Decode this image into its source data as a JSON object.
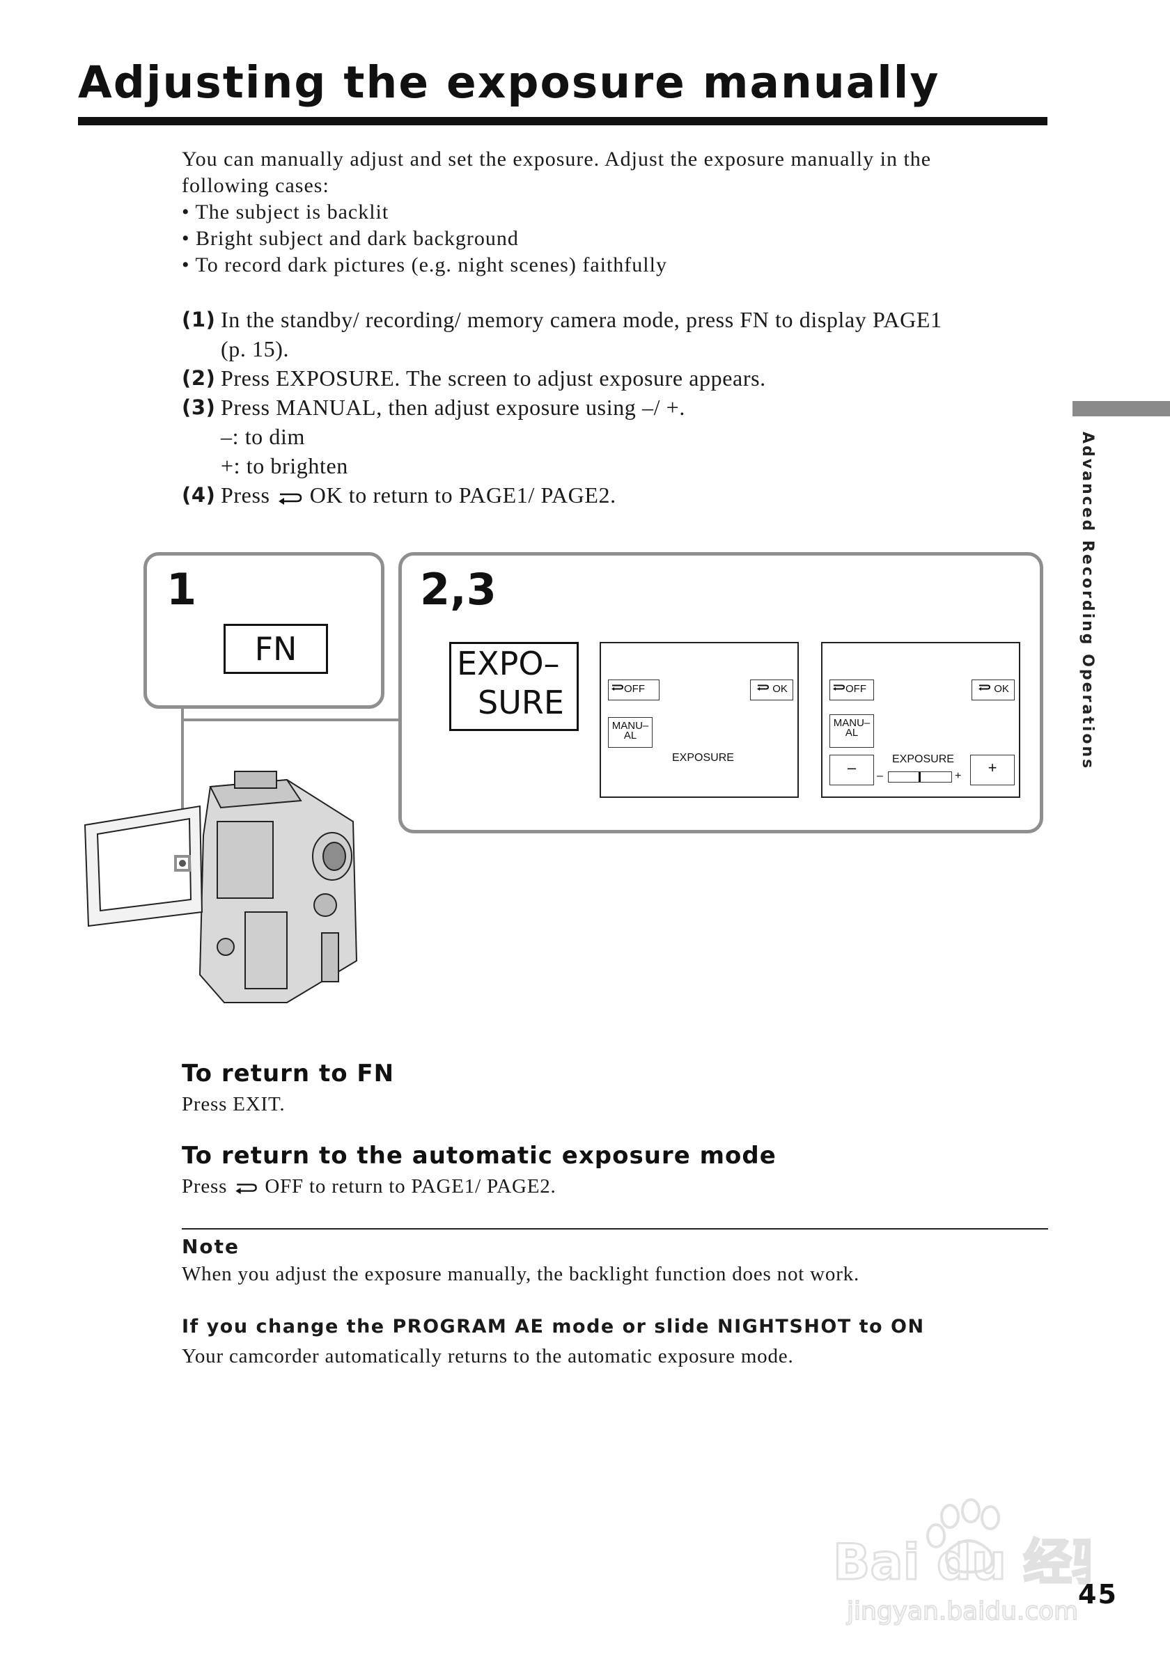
{
  "header": {
    "title": "Adjusting the exposure manually"
  },
  "intro": {
    "lines": [
      "You can manually adjust and set the exposure. Adjust the exposure manually in the",
      "following cases:",
      "• The subject is backlit",
      "• Bright subject and dark background",
      "• To record dark pictures (e.g. night scenes) faithfully"
    ]
  },
  "steps": [
    {
      "num": "(1)",
      "lines": [
        "In the standby/ recording/ memory camera mode, press FN to display PAGE1",
        "(p. 15)."
      ]
    },
    {
      "num": "(2)",
      "lines": [
        "Press EXPOSURE. The screen to adjust exposure appears."
      ]
    },
    {
      "num": "(3)",
      "lines": [
        "Press MANUAL, then adjust exposure using –/ +.",
        "–: to dim",
        "+: to brighten"
      ]
    },
    {
      "num": "(4)",
      "pre": "Press",
      "post": "OK to return to PAGE1/ PAGE2."
    }
  ],
  "sidebar": {
    "section": "Advanced Recording Operations"
  },
  "figure": {
    "panel1": {
      "label": "1",
      "key": "FN"
    },
    "panel2": {
      "label": "2,3",
      "key_line1": "EXPO–",
      "key_line2": "SURE",
      "screen1": {
        "off": "OFF",
        "ok": "OK",
        "manual_l1": "MANU–",
        "manual_l2": "AL",
        "exposure": "EXPOSURE"
      },
      "screen2": {
        "off": "OFF",
        "ok": "OK",
        "manual_l1": "MANU–",
        "manual_l2": "AL",
        "exposure": "EXPOSURE",
        "minus": "–",
        "plus": "+",
        "scale_minus": "–",
        "scale_plus": "+"
      }
    }
  },
  "return_fn": {
    "heading": "To return to FN",
    "text": "Press EXIT."
  },
  "return_auto": {
    "heading": "To return to the automatic exposure mode",
    "pre": "Press",
    "post": "OFF to return to PAGE1/ PAGE2."
  },
  "note": {
    "heading": "Note",
    "text": "When you adjust the exposure manually, the backlight function does not work.",
    "sub_heading": "If you change the PROGRAM  AE mode or slide NIGHTSHOT to ON",
    "sub_text": "Your camcorder automatically returns to the automatic exposure mode."
  },
  "footer": {
    "page_number": "45"
  },
  "watermark": {
    "brand": "Bai du 经验",
    "url": "jingyan.baidu.com"
  }
}
